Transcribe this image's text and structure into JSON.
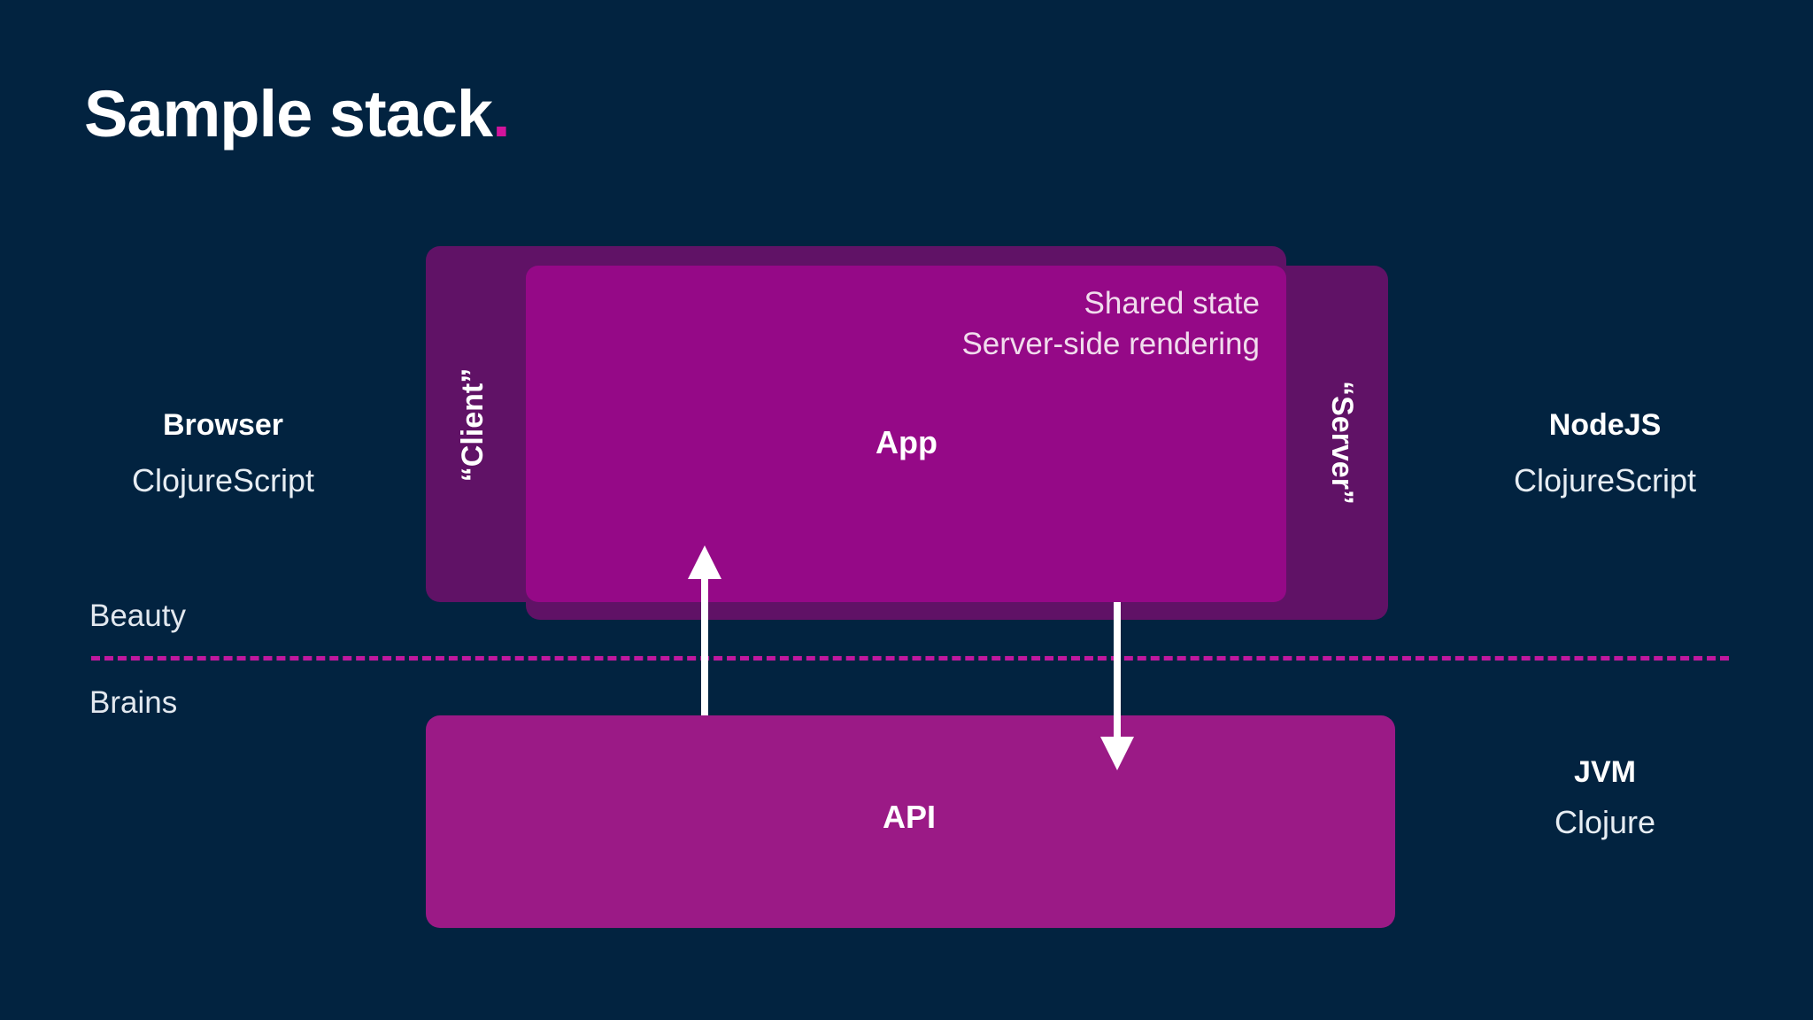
{
  "title": {
    "text": "Sample stack",
    "dot": "."
  },
  "left_column": {
    "strong": "Browser",
    "light": "ClojureScript"
  },
  "right_column_top": {
    "strong": "NodeJS",
    "light": "ClojureScript"
  },
  "right_column_bottom": {
    "strong": "JVM",
    "light": "Clojure"
  },
  "layers": {
    "upper": "Beauty",
    "lower": "Brains"
  },
  "boxes": {
    "client": "“Client”",
    "server": "“Server”",
    "app": "App",
    "api": "API"
  },
  "app_notes": [
    "Shared state",
    "Server-side rendering"
  ],
  "colors": {
    "background": "#022340",
    "accent": "#d2149c",
    "app_box": "#950987",
    "outer_boxes": "#601266",
    "api_box": "#9b1a86"
  }
}
